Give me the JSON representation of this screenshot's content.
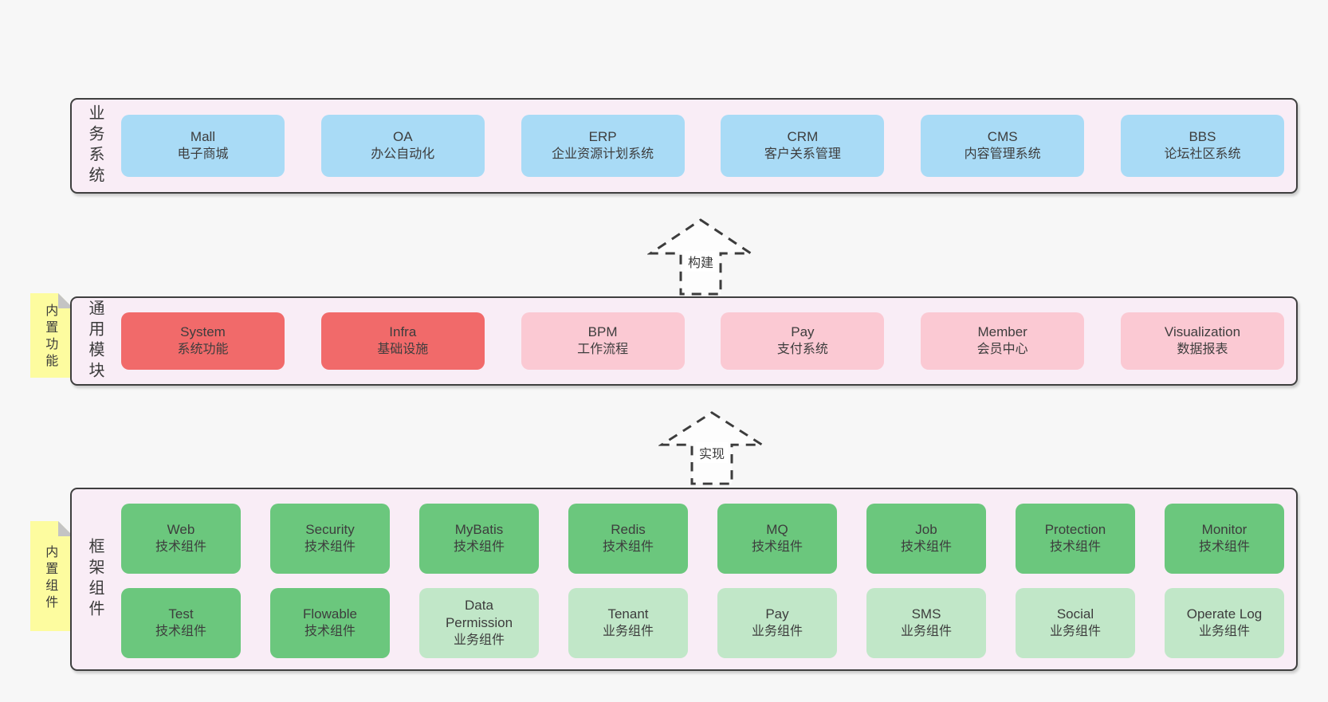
{
  "diagram": {
    "title": "layered-architecture",
    "arrows": {
      "build": "构建",
      "implement": "实现"
    },
    "colors": {
      "business_node": "#a9dbf6",
      "core_module_node": "#f16a6a",
      "optional_module_node": "#fbc9d3",
      "tech_component_node": "#6bc77d",
      "biz_component_node": "#c1e7c8",
      "layer_background": "#f9edf6",
      "layer_border": "#3f3f3f",
      "sticky_note": "#fdfc9f",
      "page_background": "#f7f7f7"
    },
    "layers": {
      "business": {
        "label": "业务系统",
        "nodes": [
          {
            "en": "Mall",
            "zh": "电子商城"
          },
          {
            "en": "OA",
            "zh": "办公自动化"
          },
          {
            "en": "ERP",
            "zh": "企业资源计划系统"
          },
          {
            "en": "CRM",
            "zh": "客户关系管理"
          },
          {
            "en": "CMS",
            "zh": "内容管理系统"
          },
          {
            "en": "BBS",
            "zh": "论坛社区系统"
          }
        ]
      },
      "modules": {
        "label": "通用模块",
        "sticky": "内置功能",
        "nodes": [
          {
            "en": "System",
            "zh": "系统功能"
          },
          {
            "en": "Infra",
            "zh": "基础设施"
          },
          {
            "en": "BPM",
            "zh": "工作流程"
          },
          {
            "en": "Pay",
            "zh": "支付系统"
          },
          {
            "en": "Member",
            "zh": "会员中心"
          },
          {
            "en": "Visualization",
            "zh": "数据报表"
          }
        ]
      },
      "components": {
        "label": "框架组件",
        "sticky": "内置组件",
        "row1": [
          {
            "en": "Web",
            "zh": "技术组件"
          },
          {
            "en": "Security",
            "zh": "技术组件"
          },
          {
            "en": "MyBatis",
            "zh": "技术组件"
          },
          {
            "en": "Redis",
            "zh": "技术组件"
          },
          {
            "en": "MQ",
            "zh": "技术组件"
          },
          {
            "en": "Job",
            "zh": "技术组件"
          },
          {
            "en": "Protection",
            "zh": "技术组件"
          },
          {
            "en": "Monitor",
            "zh": "技术组件"
          }
        ],
        "row2": [
          {
            "en": "Test",
            "zh": "技术组件"
          },
          {
            "en": "Flowable",
            "zh": "技术组件"
          },
          {
            "en": "Data Permission",
            "zh": "业务组件"
          },
          {
            "en": "Tenant",
            "zh": "业务组件"
          },
          {
            "en": "Pay",
            "zh": "业务组件"
          },
          {
            "en": "SMS",
            "zh": "业务组件"
          },
          {
            "en": "Social",
            "zh": "业务组件"
          },
          {
            "en": "Operate Log",
            "zh": "业务组件"
          }
        ]
      }
    }
  }
}
